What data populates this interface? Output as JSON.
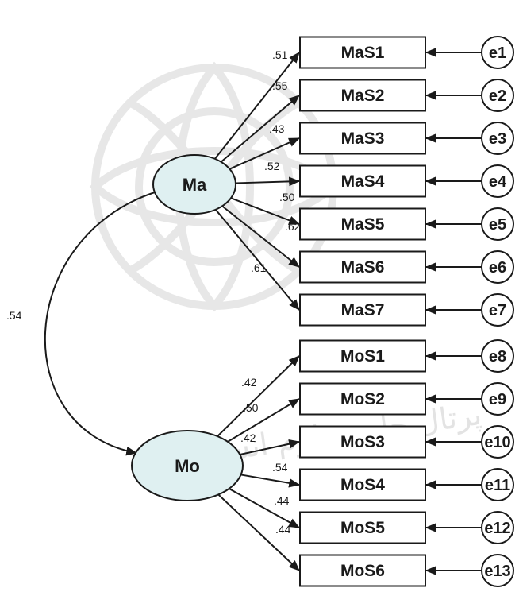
{
  "latents": [
    {
      "id": "Ma",
      "label": "Ma"
    },
    {
      "id": "Mo",
      "label": "Mo"
    }
  ],
  "correlation": {
    "label": ".54"
  },
  "indicators": [
    {
      "label": "MaS1",
      "error": "e1",
      "loading": ".51",
      "latent": "Ma"
    },
    {
      "label": "MaS2",
      "error": "e2",
      "loading": ".55",
      "latent": "Ma"
    },
    {
      "label": "MaS3",
      "error": "e3",
      "loading": ".43",
      "latent": "Ma"
    },
    {
      "label": "MaS4",
      "error": "e4",
      "loading": ".52",
      "latent": "Ma"
    },
    {
      "label": "MaS5",
      "error": "e5",
      "loading": ".50",
      "latent": "Ma"
    },
    {
      "label": "MaS6",
      "error": "e6",
      "loading": ".62",
      "latent": "Ma"
    },
    {
      "label": "MaS7",
      "error": "e7",
      "loading": ".61",
      "latent": "Ma"
    },
    {
      "label": "MoS1",
      "error": "e8",
      "loading": ".42",
      "latent": "Mo"
    },
    {
      "label": "MoS2",
      "error": "e9",
      "loading": ".50",
      "latent": "Mo"
    },
    {
      "label": "MoS3",
      "error": "e10",
      "loading": ".42",
      "latent": "Mo"
    },
    {
      "label": "MoS4",
      "error": "e11",
      "loading": ".54",
      "latent": "Mo"
    },
    {
      "label": "MoS5",
      "error": "e12",
      "loading": ".44",
      "latent": "Mo"
    },
    {
      "label": "MoS6",
      "error": "e13",
      "loading": ".44",
      "latent": "Mo"
    }
  ],
  "watermark_text": "پرتال جامع علوم انسانی",
  "colors": {
    "latent_fill": "#dff0f1",
    "stroke": "#1a1a1a"
  }
}
